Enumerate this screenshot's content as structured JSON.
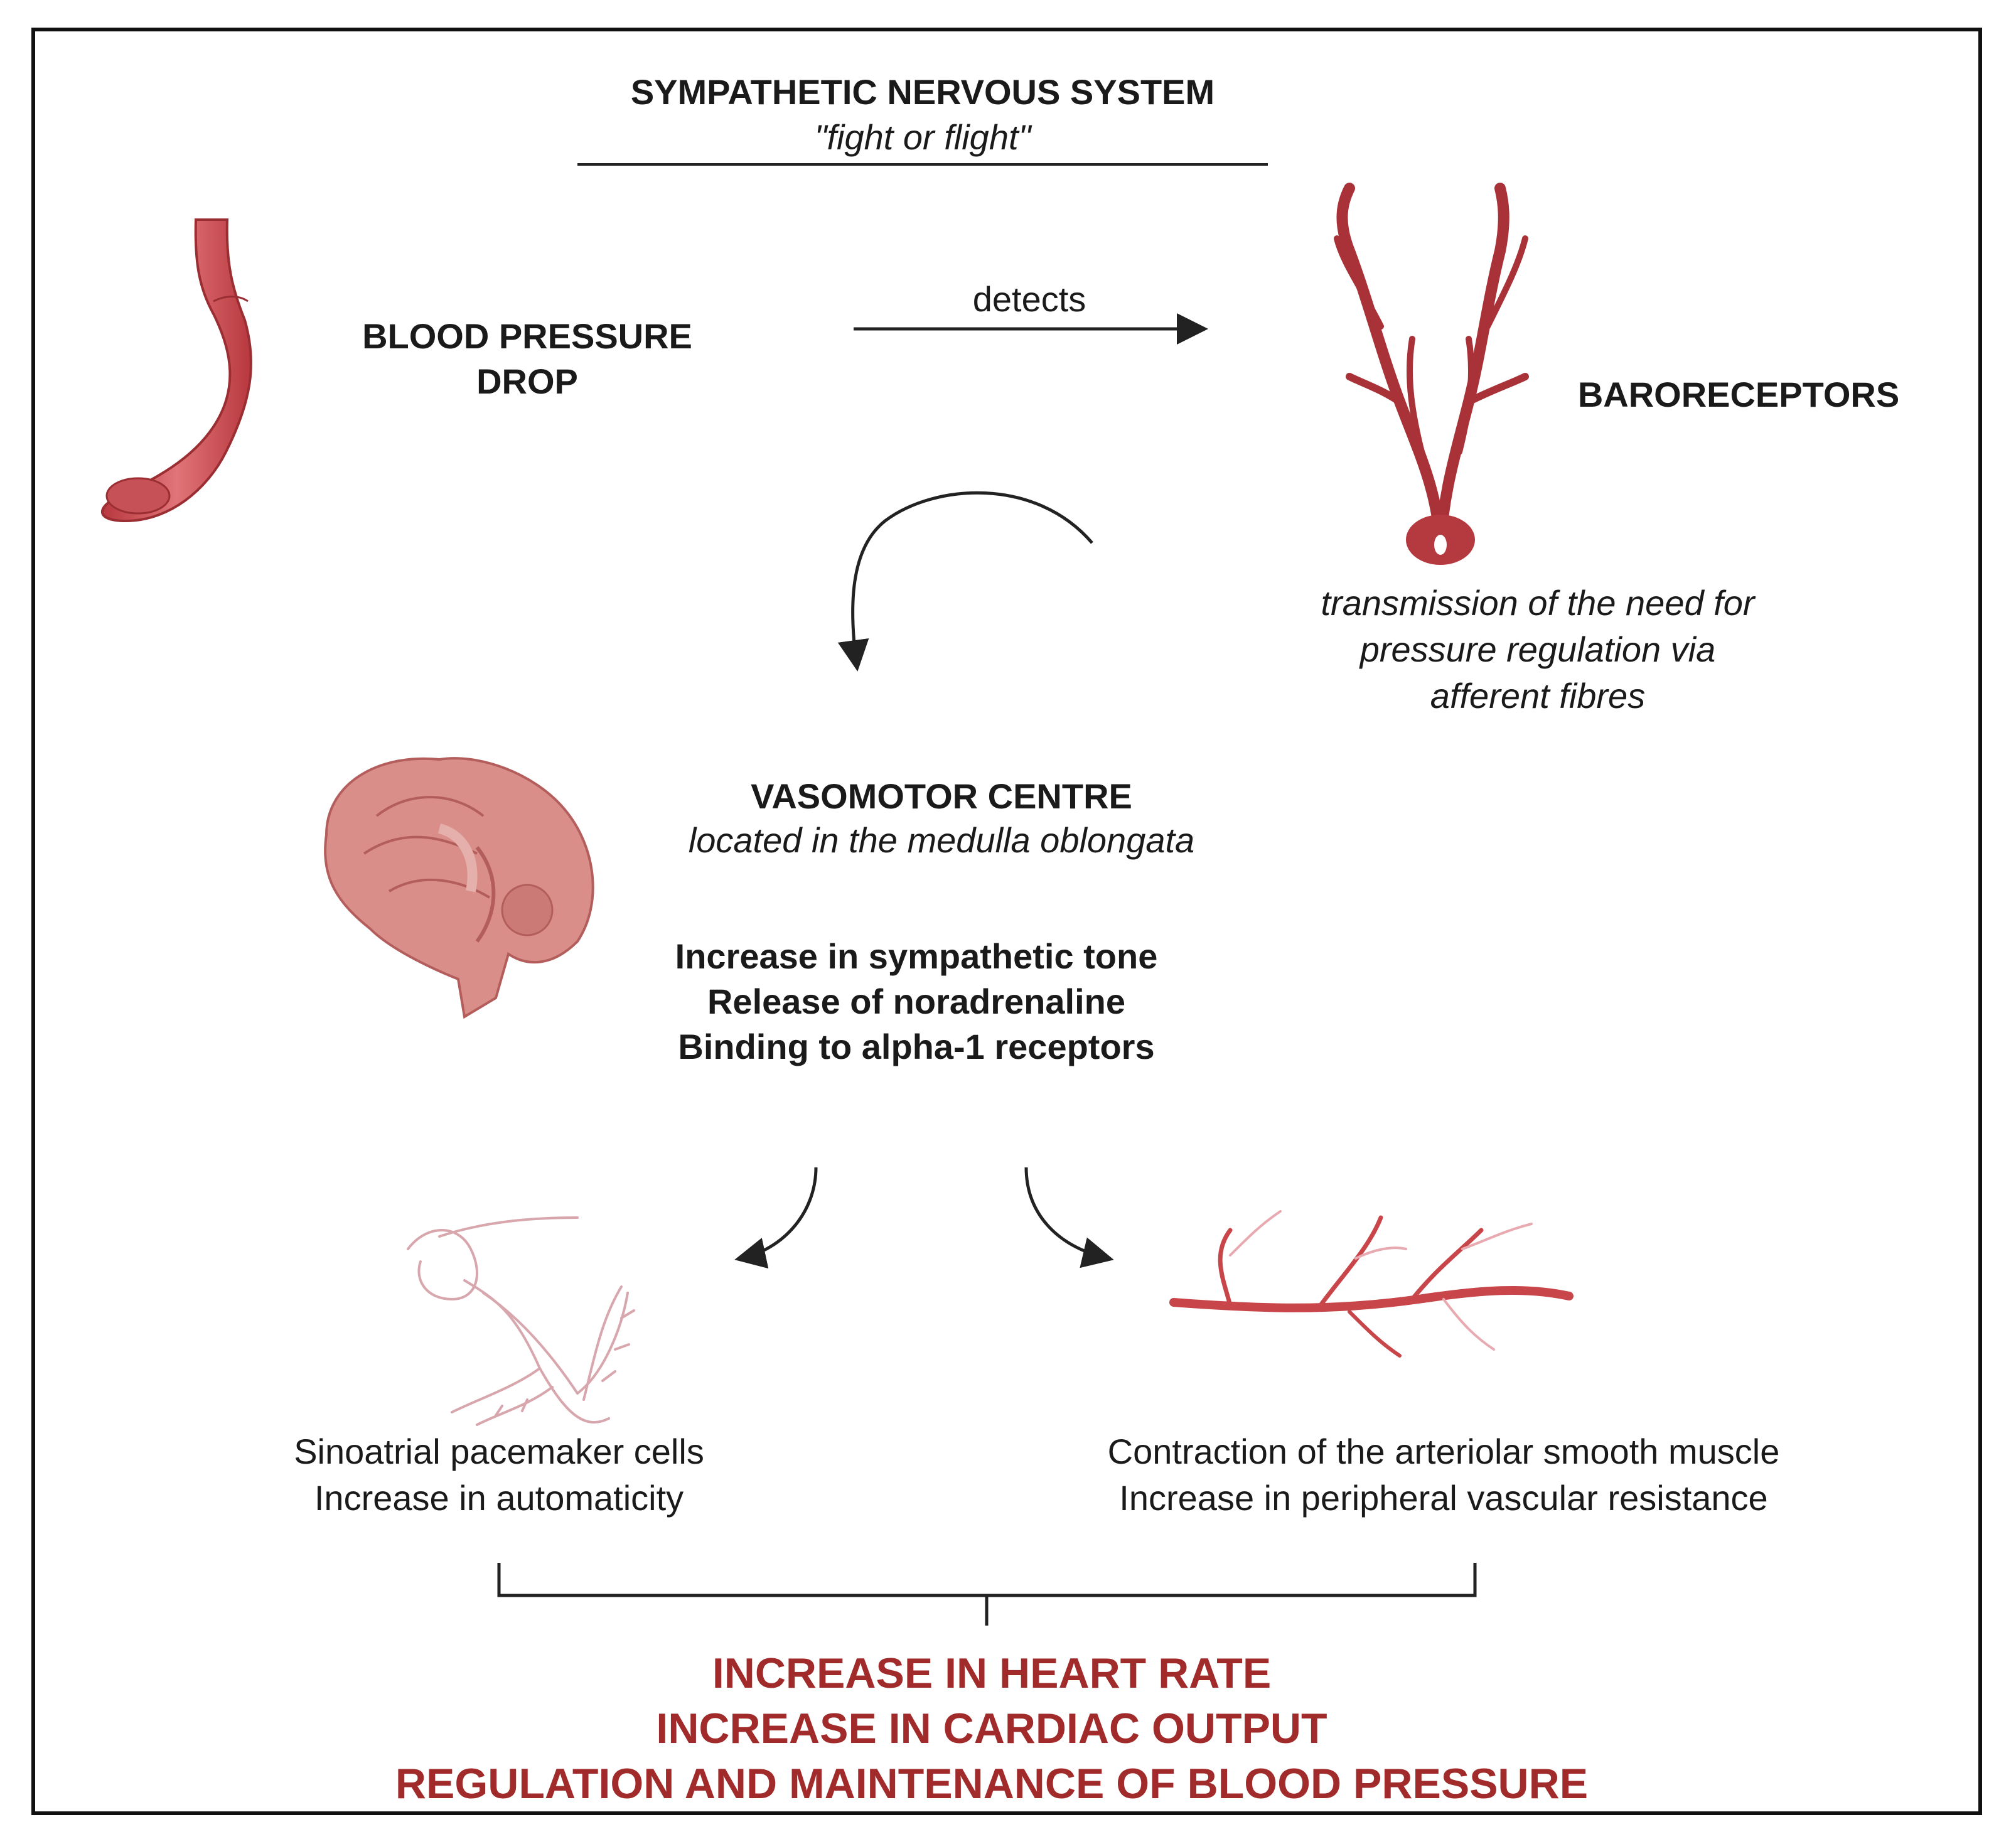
{
  "header": {
    "title": "SYMPATHETIC NERVOUS SYSTEM",
    "subtitle": "\"fight or flight\""
  },
  "stimulus": {
    "line1": "BLOOD PRESSURE",
    "line2": "DROP"
  },
  "arrow_label": "detects",
  "baroreceptors": {
    "title": "BARORECEPTORS",
    "desc": [
      "transmission of the need for",
      "pressure regulation via",
      "afferent fibres"
    ]
  },
  "vasomotor": {
    "title": "VASOMOTOR CENTRE",
    "subtitle": "located in the medulla oblongata",
    "effects": [
      "Increase in sympathetic tone",
      "Release of noradrenaline",
      "Binding to alpha-1 receptors"
    ]
  },
  "sa_node": {
    "lines": [
      "Sinoatrial pacemaker cells",
      "Increase in automaticity"
    ]
  },
  "arteriole": {
    "lines": [
      "Contraction of the arteriolar smooth muscle",
      "Increase in peripheral vascular resistance"
    ]
  },
  "outcomes": [
    "INCREASE IN HEART RATE",
    "INCREASE IN CARDIAC OUTPUT",
    "REGULATION AND MAINTENANCE OF BLOOD PRESSURE"
  ],
  "colors": {
    "vessel": "#c8464a",
    "tissue": "#d88a86",
    "outcome_text": "#a12a2a",
    "nerve": "#d8a6ad"
  }
}
